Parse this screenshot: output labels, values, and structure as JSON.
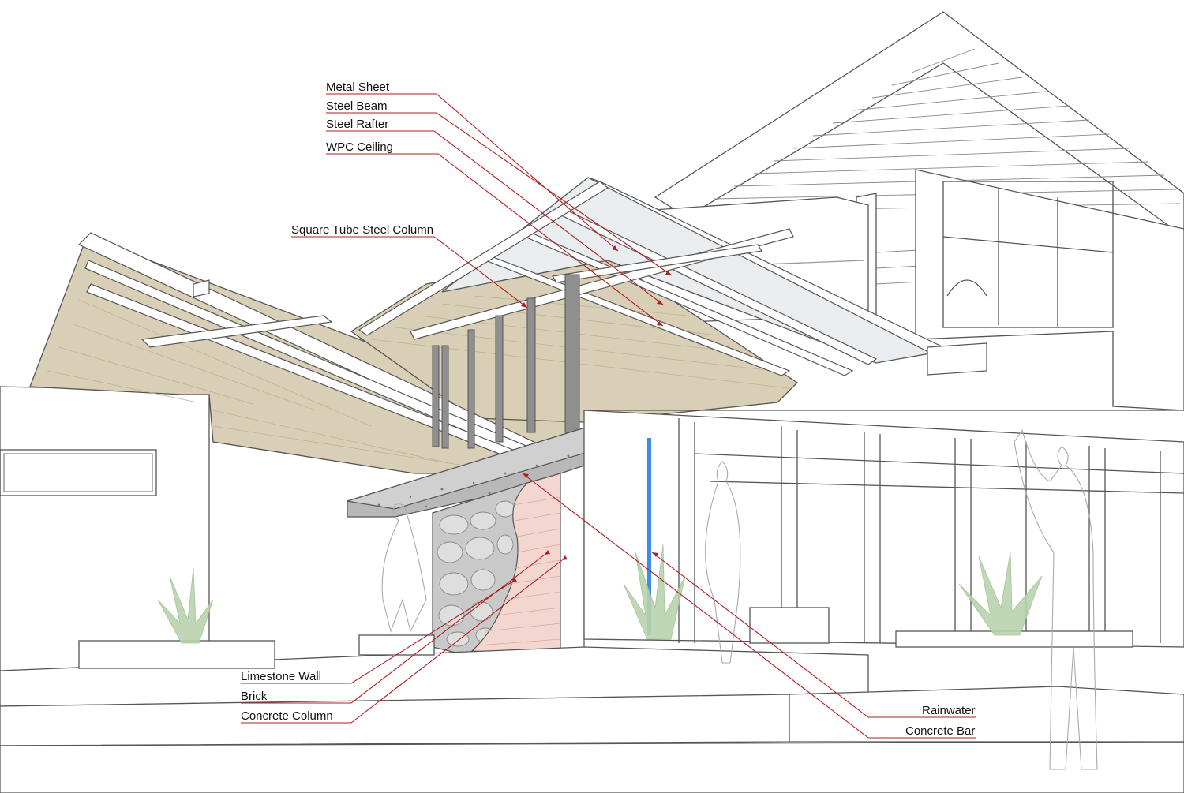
{
  "colors": {
    "leader": "#b01c1c",
    "outline": "#555555",
    "ceiling": "#d9cfb6",
    "steel": "#8f8f8f",
    "concrete": "#b8b8b8",
    "brick": "#f2d6cf",
    "rainwater": "#3b8fe0",
    "plant": "#b9d3ad",
    "roof_glass": "#e9edf0"
  },
  "callouts": [
    {
      "id": "metal-sheet",
      "label": "Metal Sheet"
    },
    {
      "id": "steel-beam",
      "label": "Steel Beam"
    },
    {
      "id": "steel-rafter",
      "label": "Steel Rafter"
    },
    {
      "id": "wpc-ceiling",
      "label": "WPC Ceiling"
    },
    {
      "id": "square-tube-steel-column",
      "label": "Square Tube Steel Column"
    },
    {
      "id": "limestone-wall",
      "label": "Limestone Wall"
    },
    {
      "id": "brick",
      "label": "Brick"
    },
    {
      "id": "concrete-column",
      "label": "Concrete Column"
    },
    {
      "id": "rainwater",
      "label": "Rainwater"
    },
    {
      "id": "concrete-bar",
      "label": "Concrete Bar"
    }
  ]
}
